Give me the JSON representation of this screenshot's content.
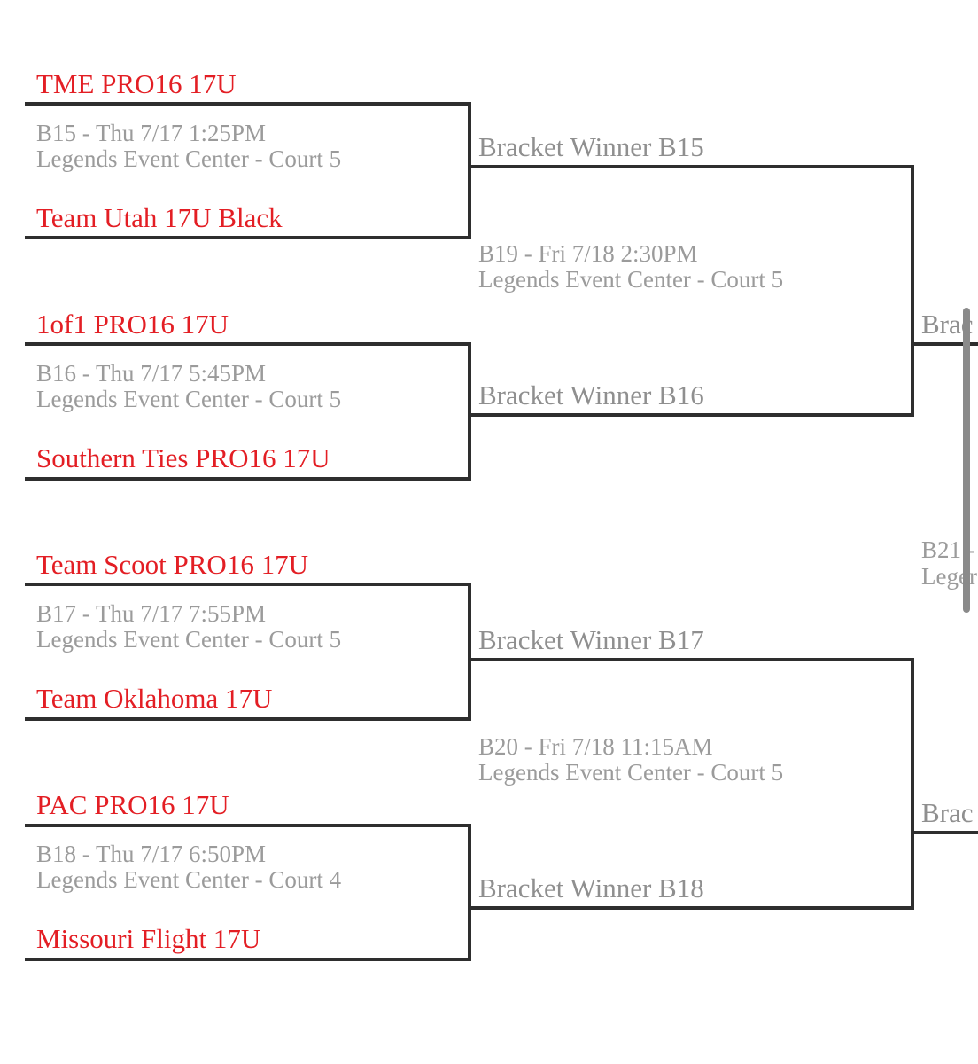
{
  "round1": [
    {
      "top_team": "TME PRO16 17U",
      "game": "B15 - Thu 7/17 1:25PM",
      "venue": "Legends Event Center - Court 5",
      "bottom_team": "Team Utah 17U Black"
    },
    {
      "top_team": "1of1 PRO16 17U",
      "game": "B16 - Thu 7/17 5:45PM",
      "venue": "Legends Event Center - Court 5",
      "bottom_team": "Southern Ties PRO16 17U"
    },
    {
      "top_team": "Team Scoot PRO16 17U",
      "game": "B17 - Thu 7/17 7:55PM",
      "venue": "Legends Event Center - Court 5",
      "bottom_team": "Team Oklahoma 17U"
    },
    {
      "top_team": "PAC PRO16 17U",
      "game": "B18 - Thu 7/17 6:50PM",
      "venue": "Legends Event Center - Court 4",
      "bottom_team": "Missouri Flight 17U"
    }
  ],
  "round2": [
    {
      "top_slot": "Bracket Winner B15",
      "game": "B19 - Fri 7/18 2:30PM",
      "venue": "Legends Event Center - Court 5",
      "bottom_slot": "Bracket Winner B16"
    },
    {
      "top_slot": "Bracket Winner B17",
      "game": "B20 - Fri 7/18 11:15AM",
      "venue": "Legends Event Center - Court 5",
      "bottom_slot": "Bracket Winner B18"
    }
  ],
  "round3": {
    "top_slot": "Brac",
    "game": "B21 -",
    "venue": "Leger",
    "bottom_slot": "Brac"
  },
  "colors": {
    "team_text": "#e31e24",
    "info_text": "#9b9b9b",
    "winner_text": "#8f8f8f",
    "lines": "#2e2e2e"
  }
}
